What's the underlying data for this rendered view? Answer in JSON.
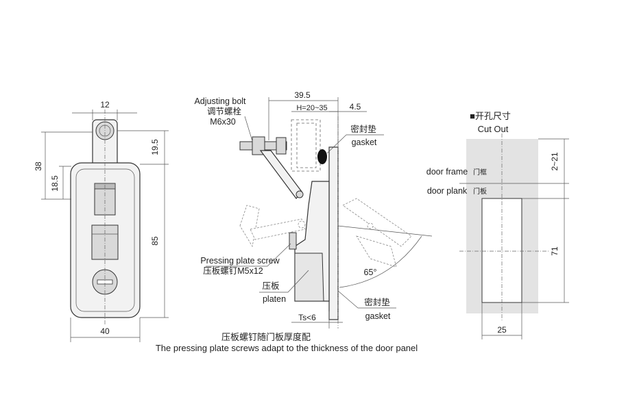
{
  "front_view": {
    "dim_top_width": "12",
    "dim_total_height": "38",
    "dim_half_height": "18.5",
    "dim_upper_right": "19.5",
    "dim_right_height": "85",
    "dim_bottom_width": "40"
  },
  "side_view": {
    "dim_top": "39.5",
    "dim_h_range": "H=20~35",
    "dim_gap": "4.5",
    "adjusting_bolt_en": "Adjusting bolt",
    "adjusting_bolt_cn": "调节螺栓",
    "adjusting_bolt_size": "M6x30",
    "gasket_top_cn": "密封垫",
    "gasket_top_en": "gasket",
    "pressing_screw_en": "Pressing plate screw",
    "pressing_screw_cn": "压板螺钉M5x12",
    "platen_cn": "压板",
    "platen_en": "platen",
    "angle": "65°",
    "ts": "Ts<6",
    "gasket_bottom_cn": "密封垫",
    "gasket_bottom_en": "gasket"
  },
  "cutout": {
    "title_cn": "■开孔尺寸",
    "title_en": "Cut Out",
    "door_frame_en": "door frame",
    "door_frame_cn": "门框",
    "door_plank_en": "door plank",
    "door_plank_cn": "门板",
    "dim_top": "2~21",
    "dim_height": "71",
    "dim_width": "25"
  },
  "caption": {
    "cn": "压板螺钉随门板厚度配",
    "en": "The pressing plate screws adapt to the thickness of the door panel"
  }
}
